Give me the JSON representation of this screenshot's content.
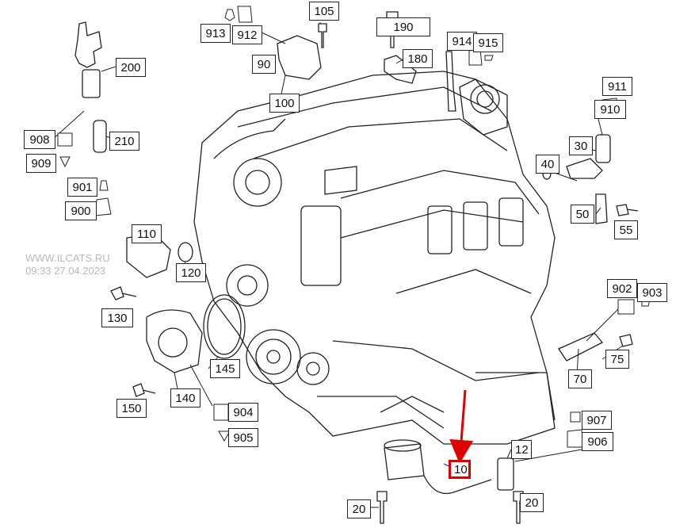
{
  "watermark": {
    "line1": "WWW.ILCATS.RU",
    "line2": "09:33 27.04.2023"
  },
  "callouts": {
    "c10": "10",
    "c12": "12",
    "c20a": "20",
    "c20b": "20",
    "c30": "30",
    "c40": "40",
    "c50": "50",
    "c55": "55",
    "c70": "70",
    "c75": "75",
    "c90": "90",
    "c100": "100",
    "c105": "105",
    "c110": "110",
    "c120": "120",
    "c130": "130",
    "c140": "140",
    "c145": "145",
    "c150": "150",
    "c180": "180",
    "c190": "190",
    "c200": "200",
    "c210": "210",
    "c900": "900",
    "c901": "901",
    "c902": "902",
    "c903": "903",
    "c904": "904",
    "c905": "905",
    "c906": "906",
    "c907": "907",
    "c908": "908",
    "c909": "909",
    "c910": "910",
    "c911": "911",
    "c912": "912",
    "c913": "913",
    "c914": "914",
    "c915": "915"
  },
  "highlight_color": "#e00000"
}
